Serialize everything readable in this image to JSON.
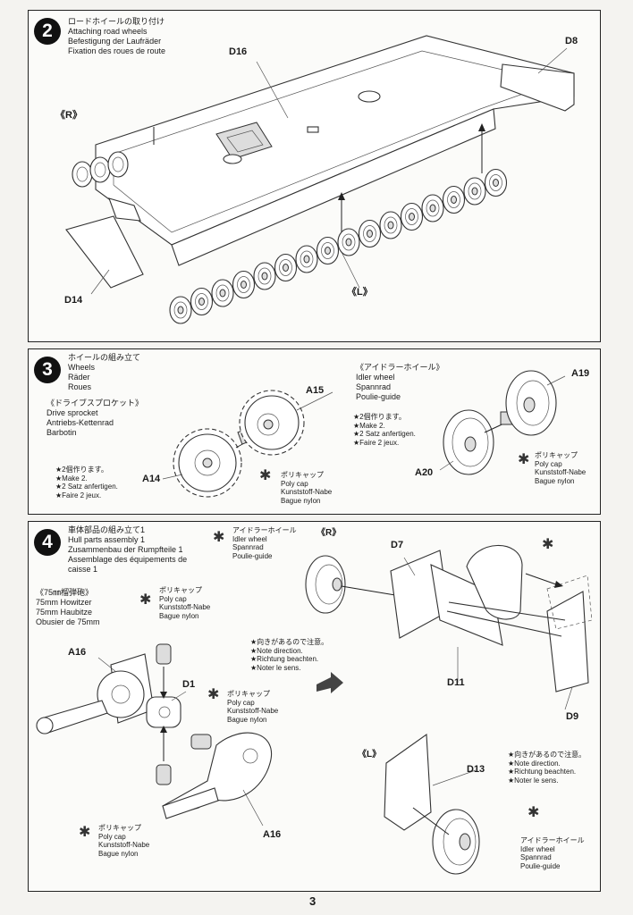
{
  "page_number": "3",
  "step2": {
    "number": "2",
    "title_jp": "ロードホイールの取り付け",
    "title_en": "Attaching road wheels",
    "title_de": "Befestigung der Laufräder",
    "title_fr": "Fixation des roues de route",
    "labels": {
      "d16": "D16",
      "d8": "D8",
      "r": "《R》",
      "d14": "D14",
      "l": "《L》"
    }
  },
  "step3": {
    "number": "3",
    "title_jp": "ホイールの組み立て",
    "title_en": "Wheels",
    "title_de": "Räder",
    "title_fr": "Roues",
    "sprocket": {
      "jp": "《ドライブスプロケット》",
      "en": "Drive sprocket",
      "de": "Antriebs-Kettenrad",
      "fr": "Barbotin"
    },
    "idler": {
      "jp": "《アイドラーホイール》",
      "en": "Idler wheel",
      "de": "Spannrad",
      "fr": "Poulie-guide"
    },
    "make2_left": [
      "★2個作ります。",
      "★Make 2.",
      "★2 Satz anfertigen.",
      "★Faire 2 jeux."
    ],
    "make2_right": [
      "★2個作ります。",
      "★Make 2.",
      "★2 Satz anfertigen.",
      "★Faire 2 jeux."
    ],
    "polycap_left": [
      "ポリキャップ",
      "Poly cap",
      "Kunststoff-Nabe",
      "Bague nylon"
    ],
    "polycap_right": [
      "ポリキャップ",
      "Poly cap",
      "Kunststoff-Nabe",
      "Bague nylon"
    ],
    "labels": {
      "a15": "A15",
      "a14": "A14",
      "a19": "A19",
      "a20": "A20"
    }
  },
  "step4": {
    "number": "4",
    "title_jp": "車体部品の組み立て1",
    "title_en": "Hull parts assembly 1",
    "title_de": "Zusammenbau der Rumpfteile 1",
    "title_fr1": "Assemblage des équipements de",
    "title_fr2": "caisse 1",
    "howitzer": {
      "jp": "《75㎜榴弾砲》",
      "en": "75mm Howitzer",
      "de": "75mm Haubitze",
      "fr": "Obusier de 75mm"
    },
    "polycap_a": [
      "ポリキャップ",
      "Poly cap",
      "Kunststoff-Nabe",
      "Bague nylon"
    ],
    "polycap_b": [
      "ポリキャップ",
      "Poly cap",
      "Kunststoff-Nabe",
      "Bague nylon"
    ],
    "polycap_c": [
      "ポリキャップ",
      "Poly cap",
      "Kunststoff-Nabe",
      "Bague nylon"
    ],
    "idler_r": [
      "アイドラーホイール",
      "Idler wheel",
      "Spannrad",
      "Poulie-guide"
    ],
    "idler_r_side": "《R》",
    "idler_l": [
      "アイドラーホイール",
      "Idler wheel",
      "Spannrad",
      "Poulie-guide"
    ],
    "note_r": [
      "★向きがあるので注意。",
      "★Note direction.",
      "★Richtung beachten.",
      "★Noter le sens."
    ],
    "note_l": [
      "★向きがあるので注意。",
      "★Note direction.",
      "★Richtung beachten.",
      "★Noter le sens."
    ],
    "l_side": "《L》",
    "labels": {
      "a16_top": "A16",
      "d1": "D1",
      "a16_bottom": "A16",
      "d7": "D7",
      "d11": "D11",
      "d9": "D9",
      "d13": "D13"
    }
  }
}
